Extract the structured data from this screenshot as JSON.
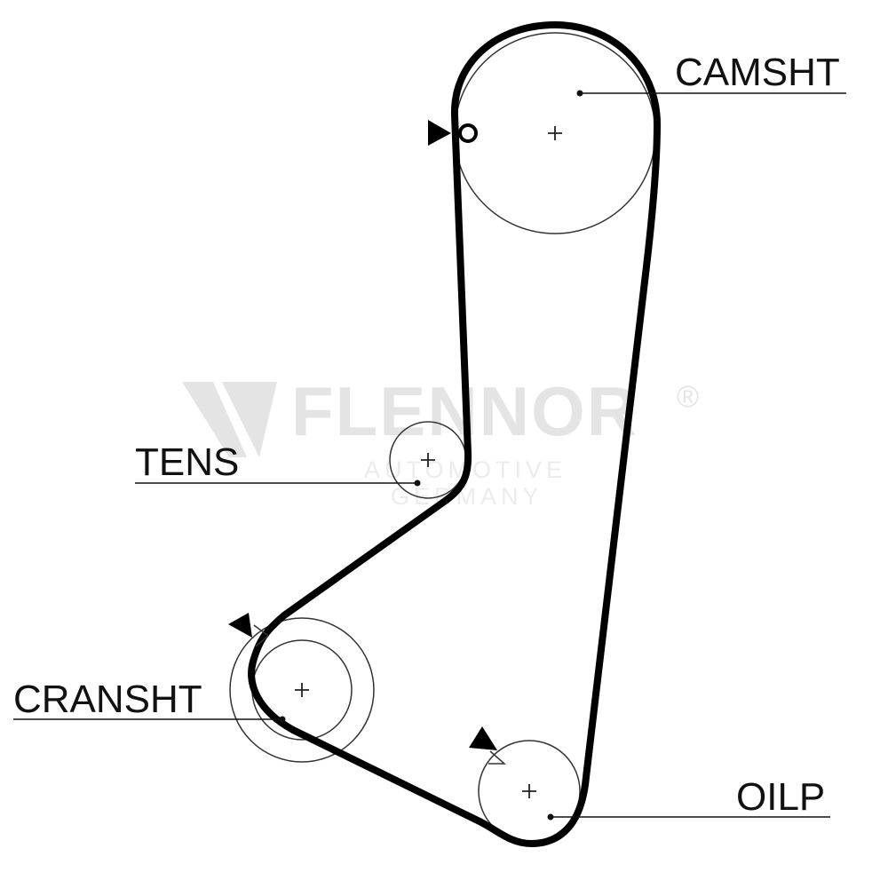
{
  "labels": {
    "camshaft": "CAMSHT",
    "tensioner": "TENS",
    "crankshaft": "CRANSHT",
    "oil_pump": "OILP"
  },
  "watermark": {
    "brand": "FLENNOR",
    "registered": "®",
    "line1": "AUTOMOTIVE",
    "line2": "GERMANY"
  },
  "colors": {
    "belt": "#000000",
    "pulley_outline": "#333333",
    "label": "#111111",
    "watermark": "#e4e4e4"
  }
}
